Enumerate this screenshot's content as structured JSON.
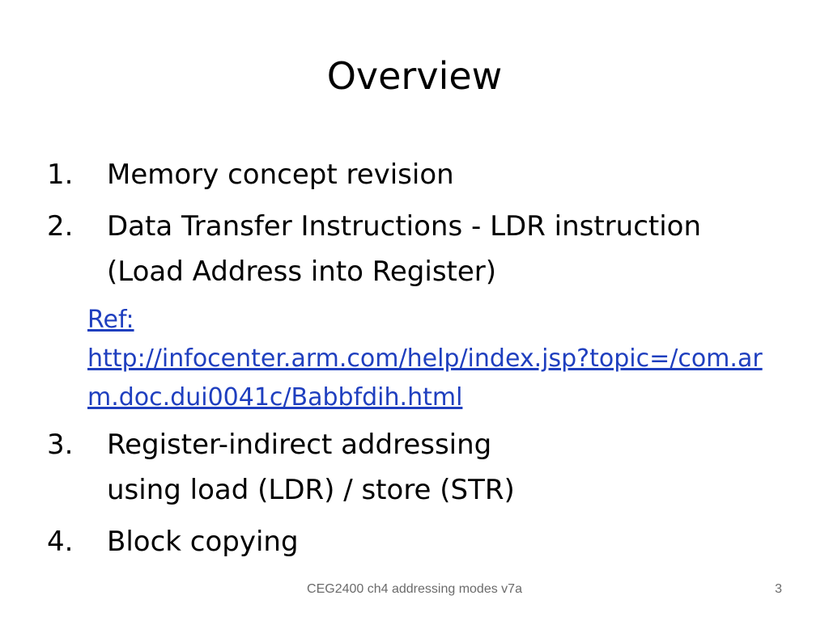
{
  "slide": {
    "title": "Overview",
    "items": [
      {
        "number": "1.",
        "text": "Memory concept revision"
      },
      {
        "number": "2.",
        "text": "Data Transfer Instructions - LDR instruction\n(Load Address into Register)"
      },
      {
        "number": "3.",
        "text": "Register-indirect addressing\nusing load (LDR) /  store (STR)"
      },
      {
        "number": "4.",
        "text": "Block copying"
      }
    ],
    "reference": {
      "label": "Ref:",
      "url_text": "http://infocenter.arm.com/help/index.jsp?topic=/com.arm.doc.dui0041c/Babbfdih.html"
    },
    "footer": {
      "course": "CEG2400 ch4 addressing modes v7a",
      "page_number": "3"
    },
    "colors": {
      "link": "#1f3fbf",
      "footer_text": "#6b6b6b"
    }
  }
}
